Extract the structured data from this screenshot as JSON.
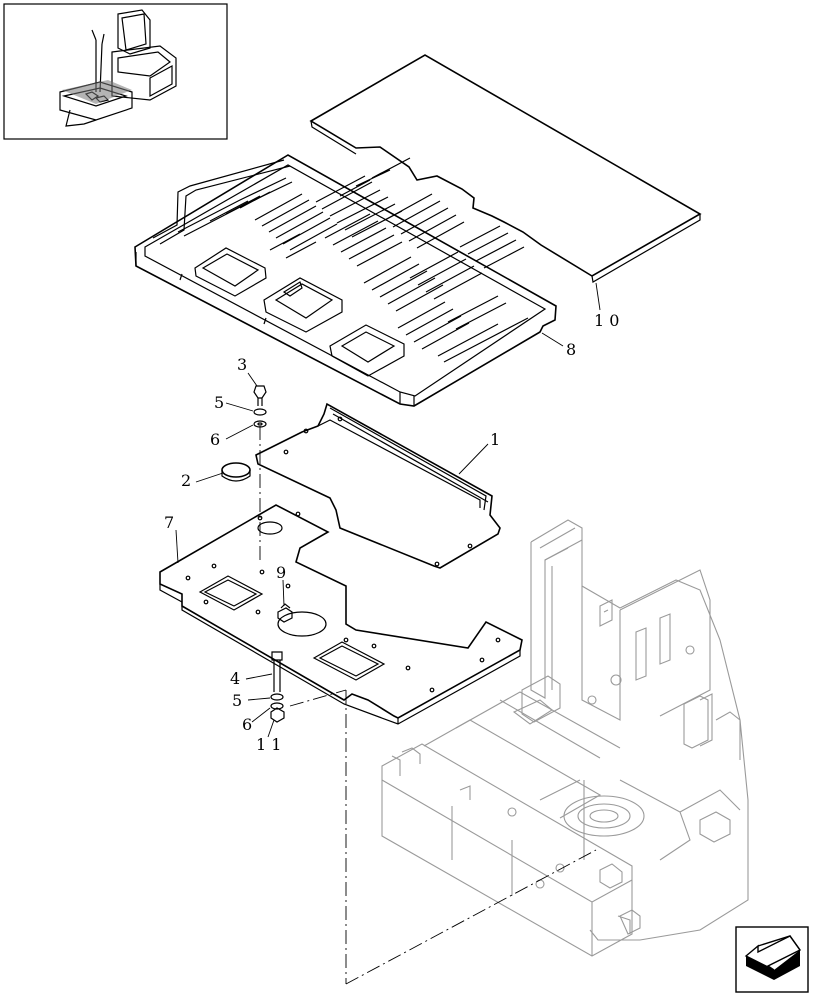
{
  "diagram": {
    "callouts": [
      {
        "id": "c1",
        "text": "1"
      },
      {
        "id": "c2",
        "text": "2"
      },
      {
        "id": "c3",
        "text": "3"
      },
      {
        "id": "c4",
        "text": "4"
      },
      {
        "id": "c5a",
        "text": "5"
      },
      {
        "id": "c5b",
        "text": "5"
      },
      {
        "id": "c6a",
        "text": "6"
      },
      {
        "id": "c6b",
        "text": "6"
      },
      {
        "id": "c7",
        "text": "7"
      },
      {
        "id": "c8",
        "text": "8"
      },
      {
        "id": "c9",
        "text": "9"
      },
      {
        "id": "c10",
        "text": "1 0"
      },
      {
        "id": "c11",
        "text": "1 1"
      }
    ]
  },
  "colors": {
    "line": "#000000",
    "ghost_line": "#9a9a9a",
    "background": "#ffffff"
  },
  "icons": {
    "nav_arrow": "arrow-down-left-icon",
    "thumbnail": "seat-location-thumbnail"
  }
}
